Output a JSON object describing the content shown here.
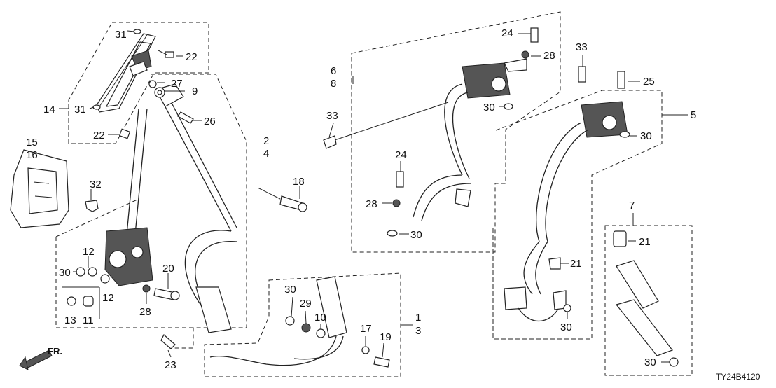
{
  "diagram": {
    "code": "TY24B4120",
    "direction_label": "FR.",
    "callouts": [
      "31",
      "22",
      "14",
      "31",
      "22",
      "15",
      "16",
      "32",
      "27",
      "9",
      "26",
      "2",
      "4",
      "18",
      "12",
      "30",
      "12",
      "13",
      "11",
      "20",
      "28",
      "23",
      "33",
      "6",
      "8",
      "24",
      "28",
      "30",
      "24",
      "28",
      "30",
      "30",
      "29",
      "10",
      "17",
      "19",
      "1",
      "3",
      "33",
      "25",
      "5",
      "30",
      "21",
      "7",
      "21",
      "30",
      "30"
    ]
  }
}
